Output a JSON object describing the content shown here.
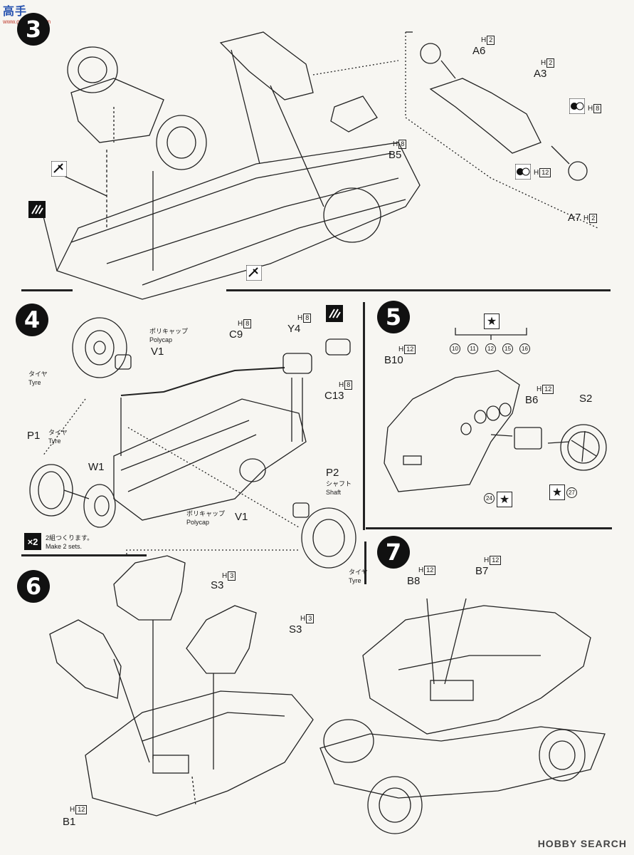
{
  "watermark": {
    "top": "高手",
    "sub": "www.gaoshou.com"
  },
  "footer": {
    "brand": "HOBBY SEARCH"
  },
  "steps": {
    "s3": {
      "number": "3"
    },
    "s4": {
      "number": "4"
    },
    "s5": {
      "number": "5"
    },
    "s6": {
      "number": "6"
    },
    "s7": {
      "number": "7"
    }
  },
  "step3": {
    "a6": "A6",
    "a6_h": "H",
    "a6_box": "2",
    "a3": "A3",
    "a3_h": "H",
    "a3_box": "2",
    "b5": "B5",
    "b5_h": "H",
    "b5_box": "8",
    "h8_icon": "H",
    "h8_icon_box": "8",
    "h12_icon": "H",
    "h12_icon_box": "12",
    "a7": "A7",
    "a7_h": "H",
    "a7_box": "2"
  },
  "step4": {
    "polycap_jp": "ポリキャップ",
    "polycap_en": "Polycap",
    "v1_top": "V1",
    "c9": "C9",
    "c9_h": "H",
    "c9_box": "8",
    "y4": "Y4",
    "y4_h": "H",
    "y4_box": "8",
    "c13": "C13",
    "c13_h": "H",
    "c13_box": "8",
    "tyre_jp": "タイヤ",
    "tyre_en": "Tyre",
    "p1": "P1",
    "p1_tyre_jp": "タイヤ",
    "p1_tyre_en": "Tyre",
    "w1": "W1",
    "p2": "P2",
    "shaft_jp": "シャフト",
    "shaft_en": "Shaft",
    "polycap2_jp": "ポリキャップ",
    "polycap2_en": "Polycap",
    "v1_bottom": "V1",
    "tyre2_jp": "タイヤ",
    "tyre2_en": "Tyre",
    "make2_jp": "2組つくります。",
    "make2_en": "Make 2 sets.",
    "x2": "×2"
  },
  "step5": {
    "b10": "B10",
    "b10_h": "H",
    "b10_box": "12",
    "b6": "B6",
    "b6_h": "H",
    "b6_box": "12",
    "s2": "S2",
    "decals": [
      "10",
      "11",
      "12",
      "15",
      "16"
    ],
    "decal24": "24",
    "decal27": "27",
    "star": "★"
  },
  "step6": {
    "s3a": "S3",
    "s3a_h": "H",
    "s3a_box": "3",
    "s3b": "S3",
    "s3b_h": "H",
    "s3b_box": "3",
    "b1": "B1",
    "b1_h": "H",
    "b1_box": "12"
  },
  "step7": {
    "b8": "B8",
    "b8_h": "H",
    "b8_box": "12",
    "b7": "B7",
    "b7_h": "H",
    "b7_box": "12"
  },
  "colors": {
    "ink": "#1a1a1a",
    "paper": "#f7f6f2",
    "watermark_blue": "#2a55b0"
  }
}
